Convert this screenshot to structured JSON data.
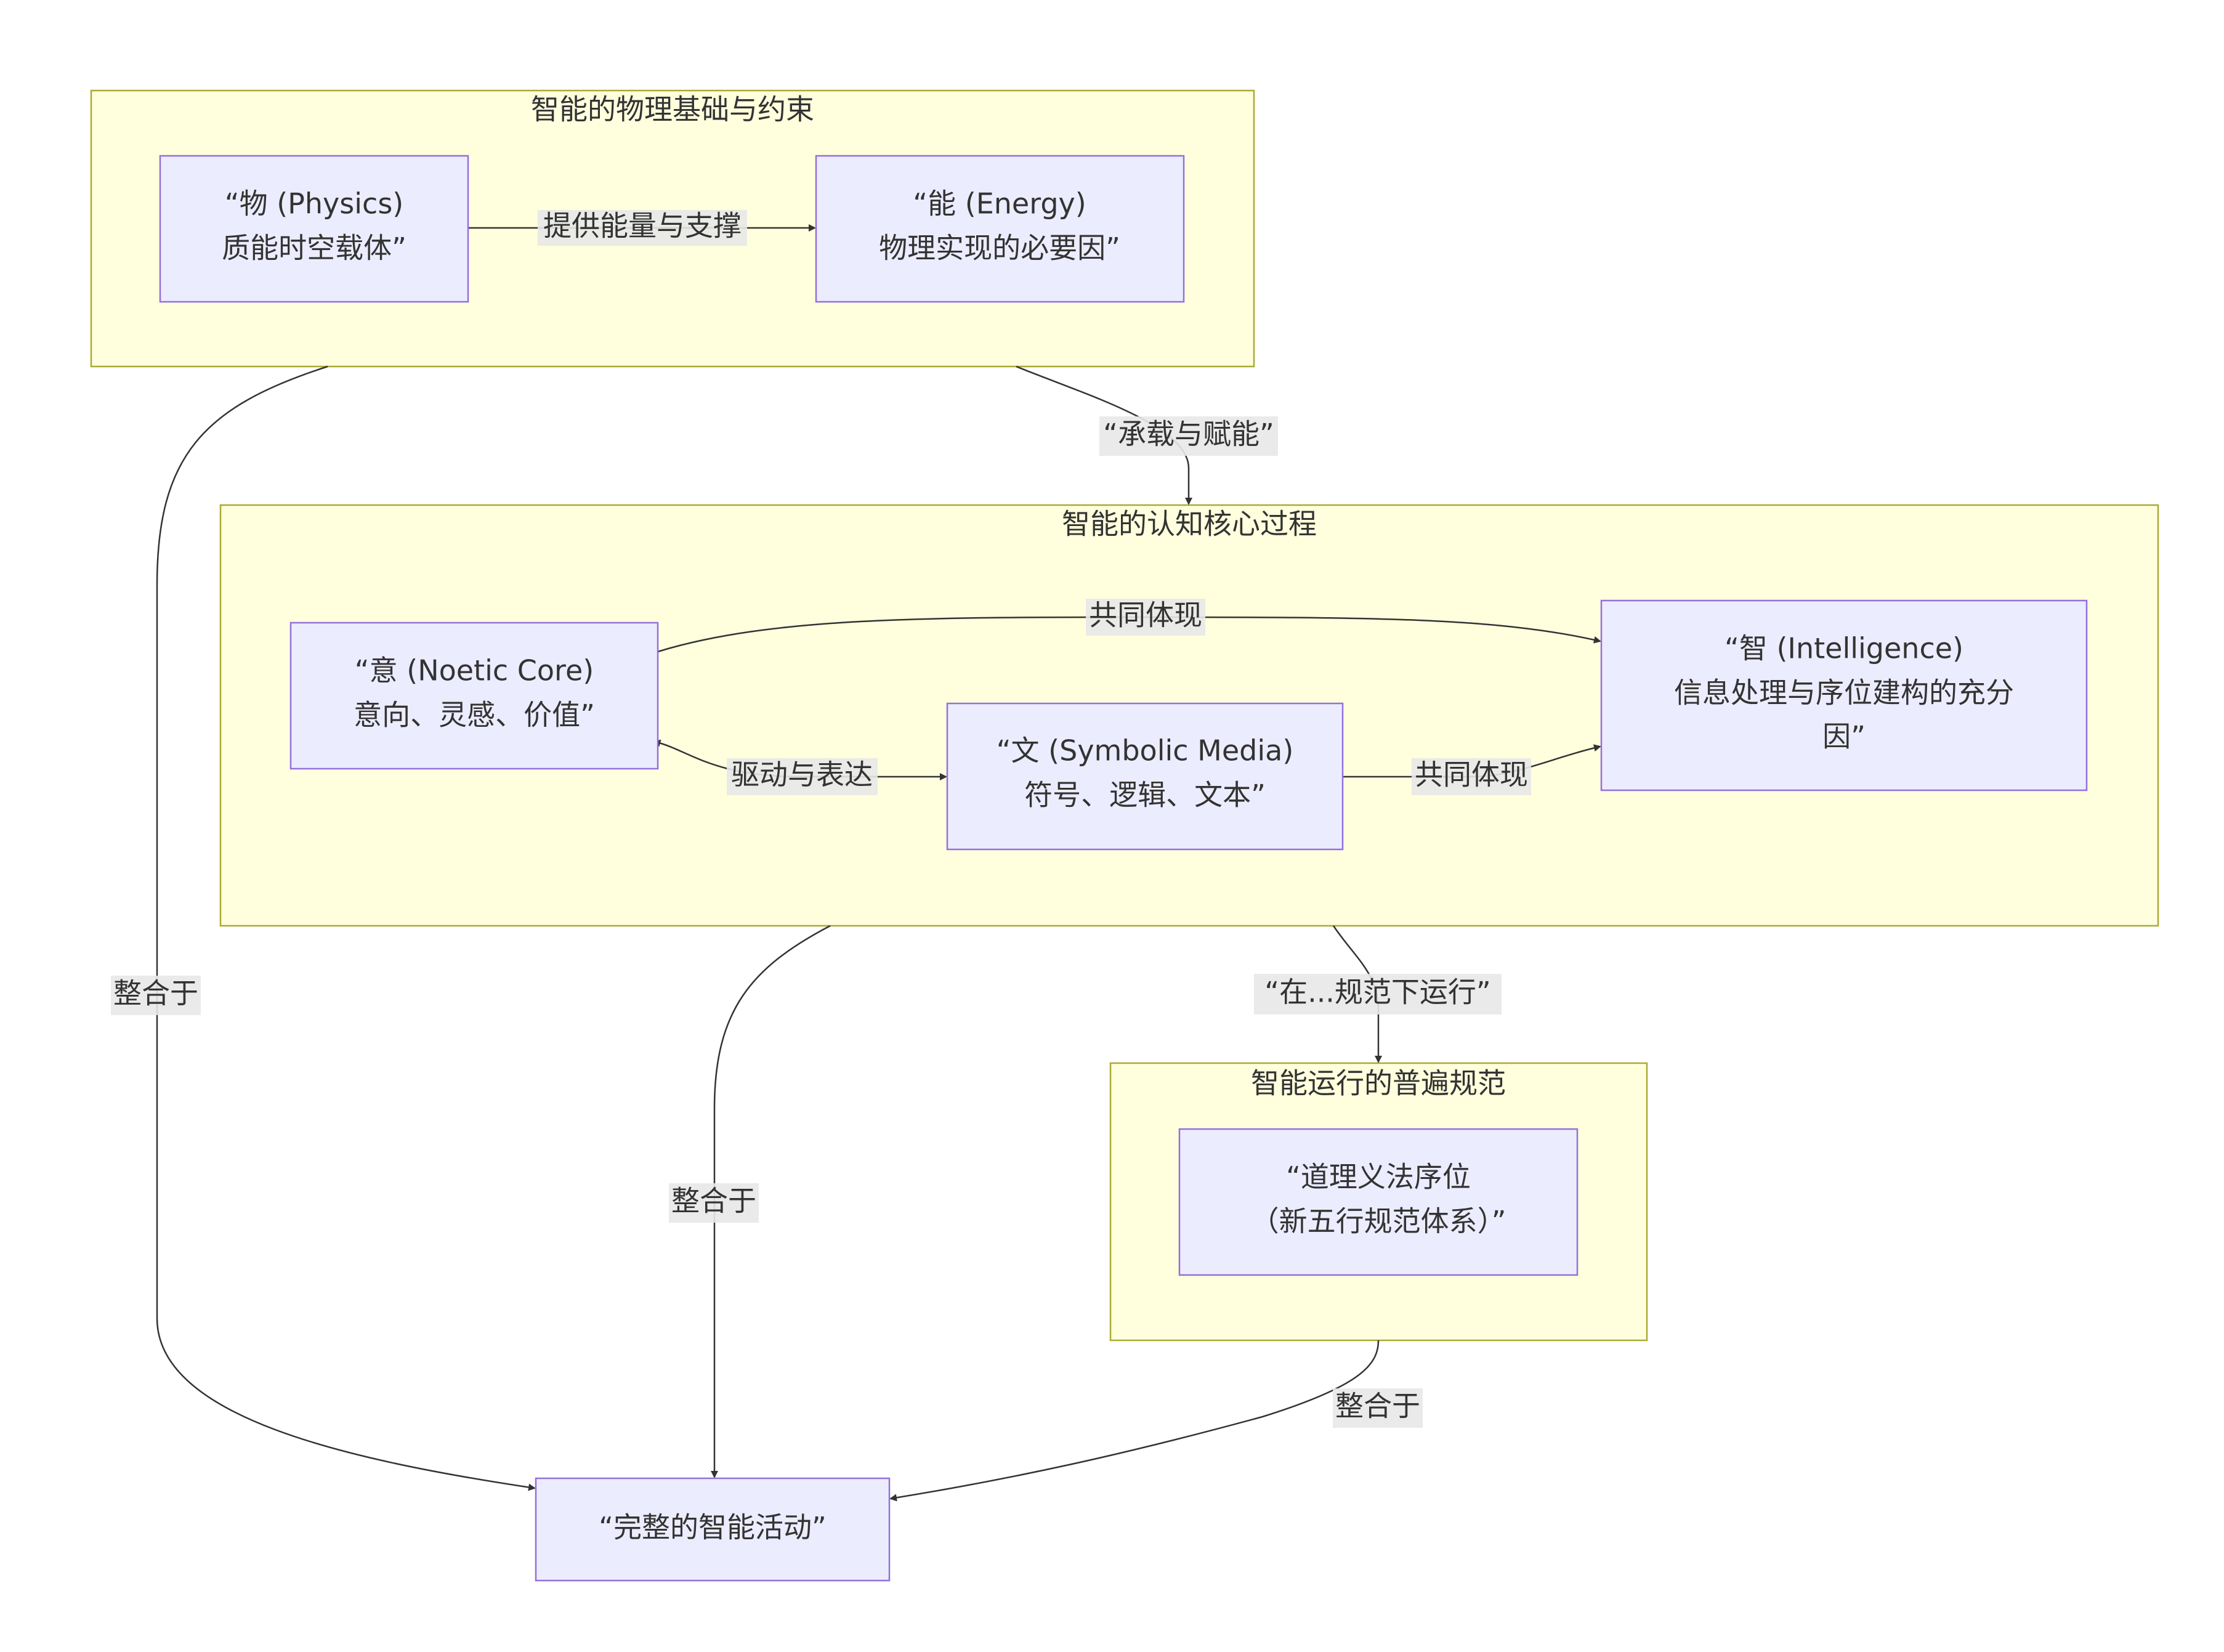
{
  "clusters": {
    "physical": {
      "title": "智能的物理基础与约束"
    },
    "cognitive": {
      "title": "智能的认知核心过程"
    },
    "norms": {
      "title": "智能运行的普遍规范"
    }
  },
  "nodes": {
    "physics": {
      "line1": "“物 (Physics)",
      "line2": "质能时空载体”"
    },
    "energy": {
      "line1": "“能 (Energy)",
      "line2": "物理实现的必要因”"
    },
    "noetic": {
      "line1": "“意 (Noetic Core)",
      "line2": "意向、灵感、价值”"
    },
    "symbolic": {
      "line1": "“文 (Symbolic Media)",
      "line2": "符号、逻辑、文本”"
    },
    "intelligence": {
      "line1": "“智 (Intelligence)",
      "line2": "信息处理与序位建构的充分",
      "line3": "因”"
    },
    "dao": {
      "line1": "“道理义法序位",
      "line2": "（新五行规范体系）”"
    },
    "complete": {
      "label": "“完整的智能活动”"
    }
  },
  "edges": {
    "physics_energy": "提供能量与支撑",
    "physical_cognitive": "“承载与赋能”",
    "noetic_intelligence": "共同体现",
    "noetic_symbolic": "驱动与表达",
    "symbolic_intelligence": "共同体现",
    "cognitive_norms": "“在...规范下运行”",
    "physical_complete": "整合于",
    "cognitive_complete": "整合于",
    "norms_complete": "整合于"
  },
  "colors": {
    "cluster_fill": "#ffffde",
    "cluster_stroke": "#aaaa33",
    "node_fill": "#ececff",
    "node_stroke": "#9370db",
    "edge": "#333333",
    "edge_label_bg": "#e8e8e8"
  }
}
